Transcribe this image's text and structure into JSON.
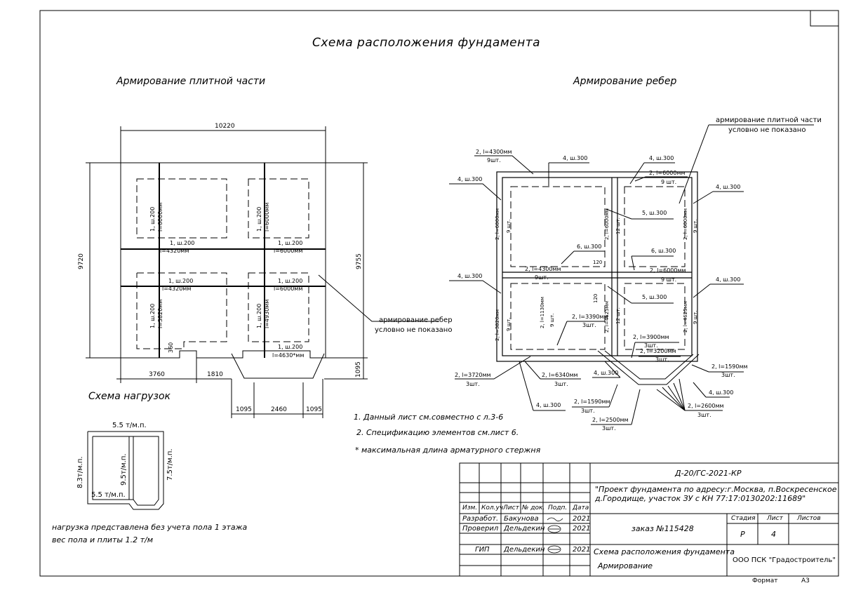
{
  "title": "Схема расположения фундамента",
  "plate": {
    "title": "Армирование плитной части",
    "dims": {
      "top": "10220",
      "left": "9720",
      "right": "9755",
      "bottom1": "3760",
      "bottom2": "1810",
      "b1095a": "1095",
      "b2460": "2460",
      "b1095b": "1095",
      "right1095": "1095",
      "small360": "360"
    },
    "labels": {
      "v1a": "1, ш.200",
      "v1b": "l=6000мм",
      "v2a": "1, ш.200",
      "v2b": "l=6000мм",
      "h1a": "1, ш.200",
      "h1b": "l=4320мм",
      "h2a": "1, ш.200",
      "h2b": "l=6000мм",
      "h3a": "1, ш.200",
      "h3b": "l=4320мм",
      "h4a": "1, ш.200",
      "h4b": "l=6000мм",
      "v3a": "1, ш.200",
      "v3b": "l=3820мм",
      "v4a": "1, ш.200",
      "v4b": "l=4930мм",
      "h5a": "1, ш.200",
      "h5b": "l=4630*мм"
    },
    "note1": "армирование ребер",
    "note2": "условно не показано"
  },
  "ribs": {
    "title": "Армирование ребер",
    "note1": "армирование плитной части",
    "note2": "условно не показано",
    "labels": {
      "a1": "2, l=4300мм",
      "a1b": "9шт.",
      "a2": "4, ш.300",
      "a3": "4, ш.300",
      "a4": "2, l=6000мм",
      "a4b": "9 шт.",
      "a5": "4, ш.300",
      "a6": "4, ш.300",
      "a7": "5, ш.300",
      "a8": "6, ш.300",
      "a9": "6, ш.300",
      "a10": "2, l=4300мм",
      "a10b": "9шт.",
      "a11": "2, l=6000мм",
      "a11b": "9 шт.",
      "a12": "4, ш.300",
      "a13": "4, ш.300",
      "a14": "5, ш.300",
      "a15": "2, l=3390мм",
      "a15b": "3шт.",
      "a16": "2, l=3900мм",
      "a16b": "3шт.",
      "a17": "2, l=3200мм",
      "a17b": "3шт.",
      "a18": "2, l=1590мм",
      "a18b": "3шт.",
      "a19": "2, l=3720мм",
      "a19b": "3шт.",
      "a20": "2, l=6340мм",
      "a20b": "3шт.",
      "a21": "4, ш.300",
      "a22": "4, ш.300",
      "a23": "4, ш.300",
      "a24": "2, l=1590мм",
      "a24b": "3шт.",
      "a25": "2, l=2600мм",
      "a25b": "3шт.",
      "a26": "2, l=2500мм",
      "a26b": "3шт.",
      "v1": "2, l=6000мм",
      "v1b": "9 шт.",
      "v2": "2, l=6000мм",
      "v2b": "12 шт.",
      "v3": "2, l=6000мм",
      "v3b": "9 шт.",
      "v4": "2, l=3820мм",
      "v4b": "9 шт.",
      "v5": "2, l=1130мм",
      "v5b": "9 шт.",
      "v6": "2, l=4625мм",
      "v6b": "12 шт.",
      "v7": "2, l=4625мм",
      "v7b": "9 шт.",
      "d120a": "120",
      "d120b": "120"
    }
  },
  "loads": {
    "title": "Схема нагрузок",
    "top": "5.5 т/м.п.",
    "left": "8.3т/м.п.",
    "mid": "9.5т/м.п.",
    "right": "7.5т/м.п.",
    "bottom": "5.5 т/м.п.",
    "note1": "нагрузка представлена без учета пола 1 этажа",
    "note2": "вес пола и плиты 1.2 т/м"
  },
  "notes": [
    "1. Данный лист см.совместно с л.3-6",
    "2. Спецификацию элементов см.лист 6.",
    "* максимальная длина арматурного стержня"
  ],
  "stamp": {
    "code": "Д-20/ГС-2021-КР",
    "project1": "\"Проект фундамента по адресу:г.Москва, п.Воскресенское",
    "project2": "д.Городище, участок ЗУ с КН 77:17:0130202:11689\"",
    "h_izm": "Изм.",
    "h_kol": "Кол.уч",
    "h_list": "Лист",
    "h_ndok": "№ док.",
    "h_podp": "Подп.",
    "h_data": "Дата",
    "r1_role": "Разработ.",
    "r1_name": "Бакунова",
    "r1_date": "2021",
    "r2_role": "Проверил",
    "r2_name": "Дельдекин",
    "r2_date": "2021",
    "r3_role": "ГИП",
    "r3_name": "Дельдекин",
    "r3_date": "2021",
    "order": "заказ №115428",
    "h_stage": "Стадия",
    "h_sheet": "Лист",
    "h_sheets": "Листов",
    "stage": "Р",
    "sheet": "4",
    "sheets": "",
    "drawing1": "Схема расположения фундамента",
    "drawing2": "Армирование",
    "company": "ООО ПСК \"Градостроитель\"",
    "format_label": "Формат",
    "format": "А3"
  }
}
